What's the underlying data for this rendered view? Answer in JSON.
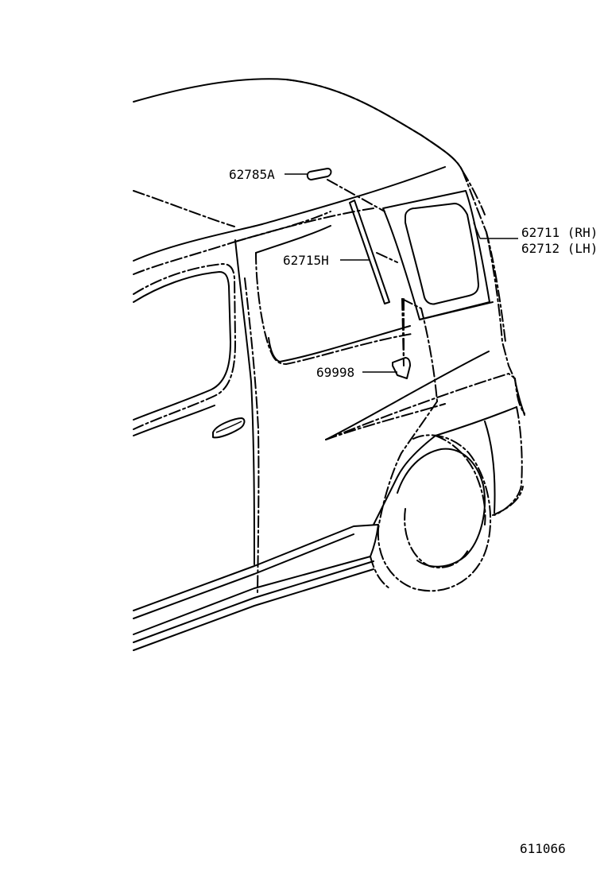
{
  "labels": {
    "part_62785a": "62785A",
    "part_62715h": "62715H",
    "part_69998": "69998",
    "part_62711": "62711 (RH)",
    "part_62712": "62712 (LH)"
  },
  "figure_number": "611066"
}
